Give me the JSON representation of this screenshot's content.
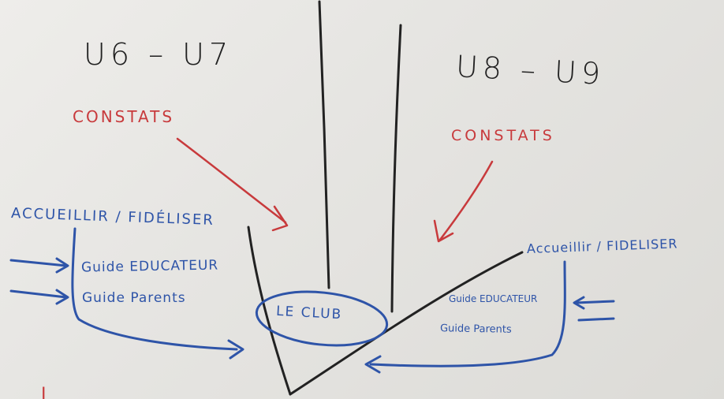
{
  "board": {
    "left_age_group": "U6 – U7",
    "right_age_group": "U8 – U9",
    "left_constats": "CONSTATS",
    "right_constats": "CONSTATS",
    "left_accueil": "ACCUEILLIR / FIDÉLISER",
    "left_guide_educateur": "Guide EDUCATEUR",
    "left_guide_parents": "Guide Parents",
    "right_accueil": "Accueillir / FIDELISER",
    "right_guide_educateur": "Guide EDUCATEUR",
    "right_guide_parents": "Guide Parents",
    "club_label": "LE CLUB",
    "bottom_partial": "I"
  },
  "colors": {
    "marker_black": "#222222",
    "marker_red": "#c83a3c",
    "marker_blue": "#2e54a8",
    "paper": "#e7e6e3"
  }
}
